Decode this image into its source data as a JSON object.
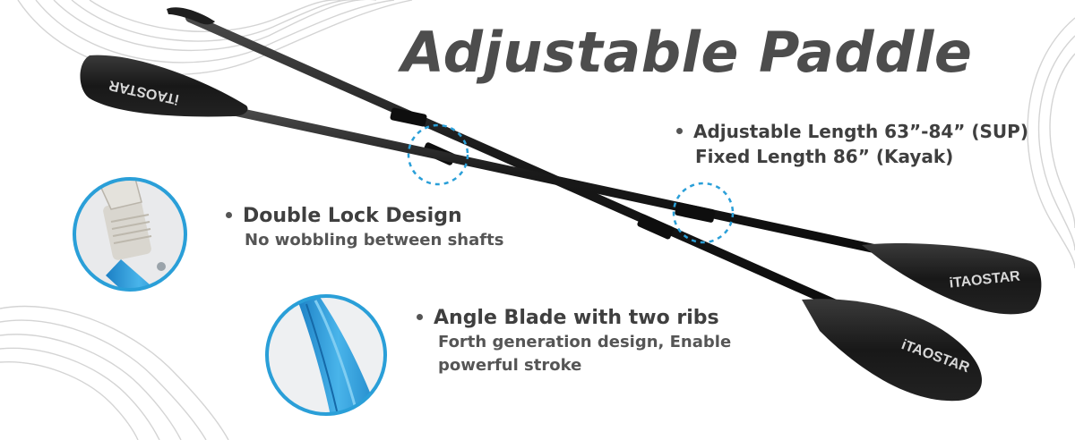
{
  "title": "Adjustable Paddle",
  "brand": "iTAOSTAR",
  "features": {
    "length": {
      "line1": "Adjustable Length 63”-84” (SUP)",
      "line2": "Fixed Length 86” (Kayak)"
    },
    "lock": {
      "heading": "Double Lock Design",
      "subtext": "No wobbling between shafts"
    },
    "blade": {
      "heading": "Angle Blade with two ribs",
      "subtext_line1": "Forth generation design, Enable",
      "subtext_line2": "powerful stroke"
    }
  },
  "colors": {
    "accent_blue": "#2a9fd8",
    "paddle_black": "#1c1c1c",
    "text_dark": "#3f3f3f"
  }
}
